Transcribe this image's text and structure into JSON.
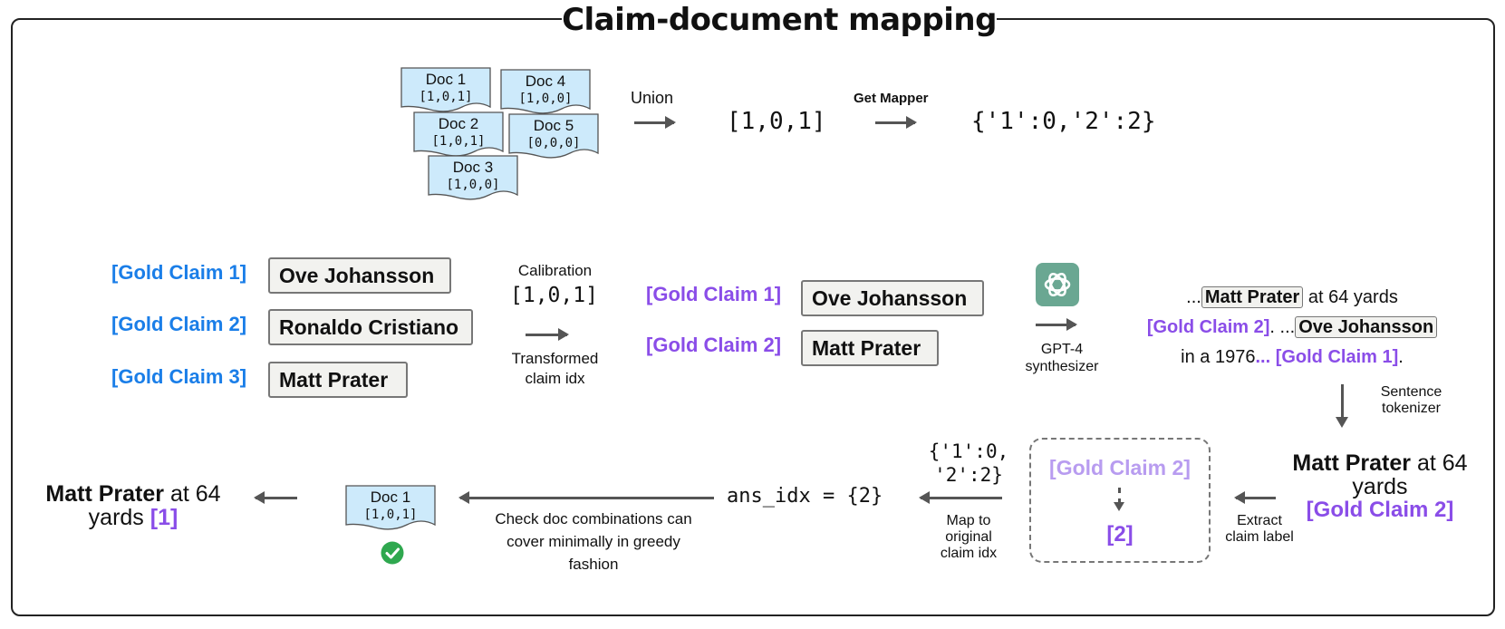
{
  "title": "Claim-document mapping",
  "docs": [
    {
      "name": "Doc 1",
      "vec": "[1,0,1]"
    },
    {
      "name": "Doc 4",
      "vec": "[1,0,0]"
    },
    {
      "name": "Doc 2",
      "vec": "[1,0,1]"
    },
    {
      "name": "Doc 5",
      "vec": "[0,0,0]"
    },
    {
      "name": "Doc 3",
      "vec": "[1,0,0]"
    }
  ],
  "top_row": {
    "union_label": "Union",
    "union_result": "[1,0,1]",
    "mapper_label": "Get Mapper",
    "mapper_result": "{'1':0,'2':2}"
  },
  "claims_left": [
    {
      "label": "[Gold Claim 1]",
      "entity": "Ove Johansson"
    },
    {
      "label": "[Gold Claim 2]",
      "entity": "Ronaldo Cristiano"
    },
    {
      "label": "[Gold Claim 3]",
      "entity": "Matt Prater"
    }
  ],
  "calibration": {
    "label": "Calibration",
    "vector": "[1,0,1]",
    "caption_line1": "Transformed",
    "caption_line2": "claim idx"
  },
  "claims_transformed": [
    {
      "label": "[Gold Claim 1]",
      "entity": "Ove Johansson"
    },
    {
      "label": "[Gold Claim 2]",
      "entity": "Matt Prater"
    }
  ],
  "synthesizer": {
    "line1": "GPT-4",
    "line2": "synthesizer"
  },
  "synth_text": {
    "p1": "...",
    "e1": "Matt Prater",
    "p2": " at 64 yards",
    "c1": "[Gold Claim 2]",
    "p3": ". ...",
    "e2": "Ove Johansson",
    "p4": "in a 1976",
    "p5": "... ",
    "c2": "[Gold Claim 1]",
    "p6": "."
  },
  "tokenizer": {
    "line1": "Sentence",
    "line2": "tokenizer"
  },
  "sentence": {
    "bold": "Matt Prater",
    "rest1": " at 64",
    "rest2": "yards",
    "claim": "[Gold Claim 2]"
  },
  "extract": {
    "line1": "Extract",
    "line2": "claim label"
  },
  "dashed_box": {
    "claim": "[Gold Claim 2]",
    "index": "[2]"
  },
  "map_label": {
    "line1": "Map to",
    "line2": "original",
    "line3": "claim idx"
  },
  "mapper_small": {
    "line1": "{'1':0,",
    "line2": "'2':2}"
  },
  "ans_idx": "ans_idx = {2}",
  "check": {
    "line1": "Check doc combinations can",
    "line2": "cover minimally in greedy",
    "line3": "fashion"
  },
  "final_doc": {
    "name": "Doc 1",
    "vec": "[1,0,1]"
  },
  "final": {
    "bold": "Matt Prater",
    "rest1": " at 64",
    "rest2": "yards ",
    "cite": "[1]"
  },
  "colors": {
    "blue": "#1a7ee8",
    "purple": "#8a4de8",
    "doc_fill": "#cdeafb",
    "check_green": "#2fa84f"
  },
  "icons": [
    "gpt-logo-icon",
    "checkmark-icon",
    "arrow-icon"
  ]
}
